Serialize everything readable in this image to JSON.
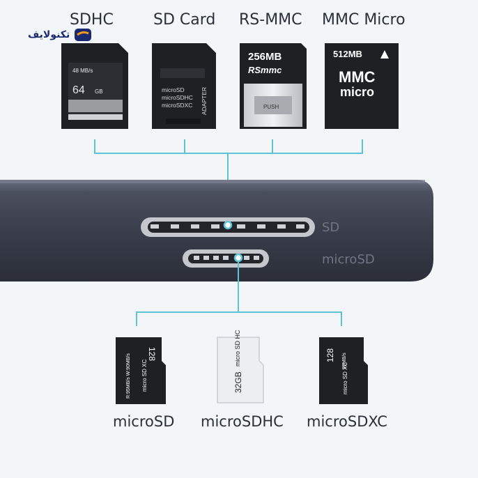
{
  "brand": {
    "name": "تکنولایف"
  },
  "top_cards": [
    {
      "label": "SDHC",
      "speed": "48 MB/s",
      "capacity": "64",
      "unit": "GB"
    },
    {
      "label": "SD Card",
      "lines": [
        "microSD",
        "microSDHC",
        "microSDXC"
      ],
      "side": "ADAPTER"
    },
    {
      "label": "RS-MMC",
      "capacity": "256MB",
      "brand": "RSmmc",
      "push": "PUSH"
    },
    {
      "label": "MMC Micro",
      "capacity": "512MB",
      "line1": "MMC",
      "line2": "micro"
    }
  ],
  "device": {
    "slot_sd": "SD",
    "slot_microsd": "microSD"
  },
  "bottom_cards": [
    {
      "label": "microSD",
      "capacity": "128",
      "speed": "R:95MB/s W:90MB/s",
      "logo": "micro SD XC"
    },
    {
      "label": "microSDHC",
      "capacity": "32GB",
      "logo": "micro SD HC"
    },
    {
      "label": "microSDXC",
      "capacity": "128",
      "speed": "95MB/s",
      "logo": "micro SD XC"
    }
  ],
  "colors": {
    "connector": "#5fc3d6",
    "device": "#3d4250",
    "card": "#1e2024"
  }
}
